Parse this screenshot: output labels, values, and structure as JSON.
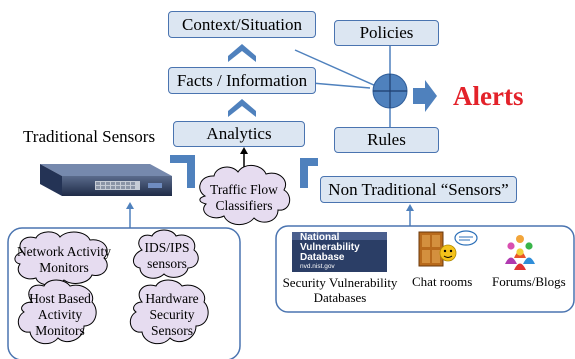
{
  "boxes": {
    "context": "Context/Situation",
    "facts": "Facts / Information",
    "analytics": "Analytics",
    "policies": "Policies",
    "rules": "Rules",
    "non_traditional": "Non Traditional “Sensors”"
  },
  "alerts": "Alerts",
  "traditional_sensors": "Traditional Sensors",
  "traffic_cloud": [
    "Traffic Flow",
    "Classifiers"
  ],
  "sensor_clouds": {
    "network": [
      "Network Activity",
      "Monitors"
    ],
    "ids": [
      "IDS/IPS",
      "sensors"
    ],
    "host": [
      "Host Based",
      "Activity",
      "Monitors"
    ],
    "hardware": [
      "Hardware",
      "Security",
      "Sensors"
    ]
  },
  "non_traditional_items": {
    "nvd_logo_lines": [
      "National",
      "Vulnerability",
      "Database",
      "nvd.nist.gov"
    ],
    "security_db": [
      "Security Vulnerability",
      "Databases"
    ],
    "chat": "Chat rooms",
    "forums": "Forums/Blogs"
  },
  "colors": {
    "box_fill": "#dce6f2",
    "box_border": "#4a74b0",
    "arrow": "#4f81bd",
    "cloud_fill": "#e6dcf0",
    "alerts": "#e3222a"
  }
}
